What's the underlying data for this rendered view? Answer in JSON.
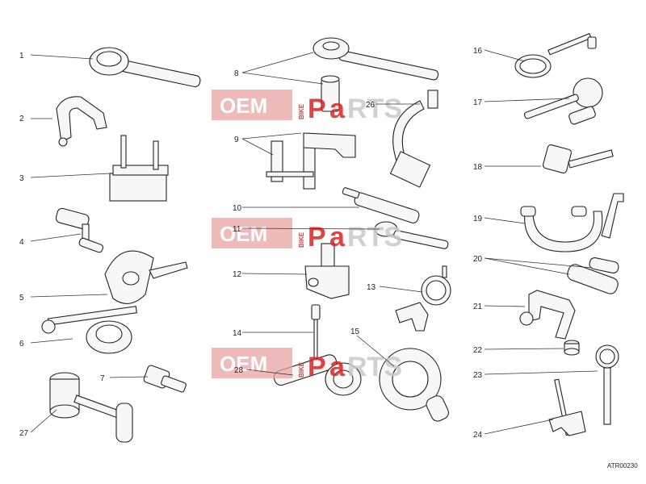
{
  "diagram": {
    "drawing_code": "ATR00230",
    "watermark": {
      "left": "OEM",
      "vertical": "BIKE",
      "p": "P",
      "a": "a",
      "rest": "RTS"
    },
    "labels": [
      "1",
      "2",
      "3",
      "4",
      "5",
      "6",
      "7",
      "8",
      "9",
      "10",
      "11",
      "12",
      "13",
      "14",
      "15",
      "16",
      "17",
      "18",
      "19",
      "20",
      "21",
      "22",
      "23",
      "24",
      "26",
      "27",
      "28"
    ]
  }
}
